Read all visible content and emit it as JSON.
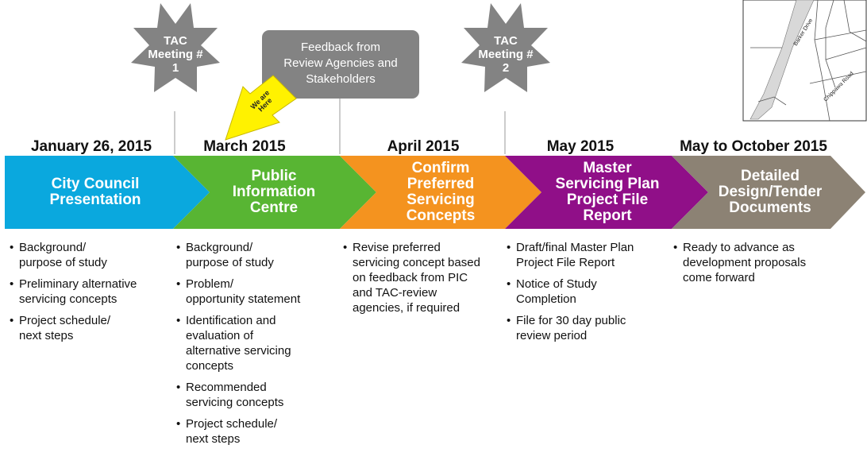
{
  "stages": [
    {
      "date": "January 26, 2015",
      "title": "City Council\nPresentation",
      "color": "#0aa8de",
      "bullets": [
        "Background/\npurpose of study",
        "Preliminary alternative\nservicing concepts",
        "Project schedule/\nnext steps"
      ]
    },
    {
      "date": "March 2015",
      "title": "Public\nInformation\nCentre",
      "color": "#58b533",
      "bullets": [
        "Background/\npurpose of study",
        "Problem/\nopportunity statement",
        "Identification and\nevaluation of\nalternative servicing\nconcepts",
        "Recommended\nservicing concepts",
        "Project schedule/\nnext steps"
      ]
    },
    {
      "date": "April 2015",
      "title": "Confirm\nPreferred\nServicing\nConcepts",
      "color": "#f4931f",
      "bullets": [
        "Revise  preferred\nservicing concept based\non feedback from PIC\nand TAC-review\nagencies, if required"
      ]
    },
    {
      "date": "May 2015",
      "title": "Master\nServicing Plan\nProject File\nReport",
      "color": "#900f88",
      "bullets": [
        "Draft/final Master Plan\nProject File Report",
        "Notice of Study\nCompletion",
        "File for 30 day public\nreview period"
      ]
    },
    {
      "date": "May to October 2015",
      "title": "Detailed\nDesign/Tender\nDocuments",
      "color": "#8c8274",
      "bullets": [
        "Ready to advance as\ndevelopment proposals\ncome forward"
      ]
    }
  ],
  "callouts": {
    "tac1": "TAC\nMeeting #\n1",
    "tac2": "TAC\nMeeting #\n2",
    "feedback": "Feedback from\nReview Agencies and\nStakeholders",
    "we_are_here": "We are\nHere"
  },
  "map": {
    "road1": "Barker Drive",
    "road2": "Chippawa Road"
  },
  "colors": {
    "callout_gray": "#838383",
    "arrow_yellow": "#fff200"
  }
}
